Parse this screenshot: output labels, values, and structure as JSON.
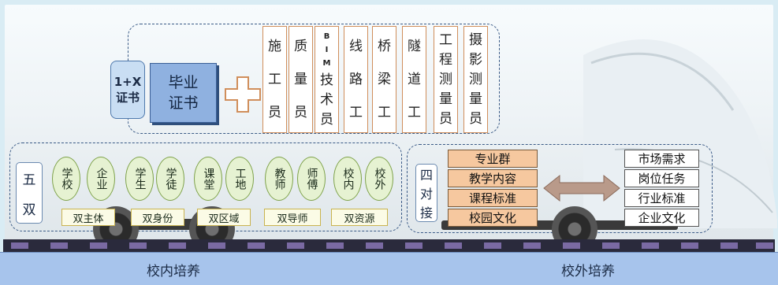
{
  "top": {
    "one_plus_x": {
      "line1": "1+X",
      "line2": "证书"
    },
    "graduation_certificate": {
      "line1": "毕业",
      "line2": "证书"
    },
    "certificates": [
      [
        "施",
        "工",
        "员"
      ],
      [
        "质",
        "量",
        "员"
      ],
      [
        "B",
        "I",
        "M",
        "技",
        "术",
        "员"
      ],
      [
        "线",
        "路",
        "工"
      ],
      [
        "桥",
        "梁",
        "工"
      ],
      [
        "隧",
        "道",
        "工"
      ],
      [
        "工",
        "程",
        "测",
        "量",
        "员"
      ],
      [
        "摄",
        "影",
        "测",
        "量",
        "员"
      ]
    ]
  },
  "left_section": {
    "label": [
      "五",
      "双"
    ],
    "pairs": [
      [
        "学校",
        "企业"
      ],
      [
        "学生",
        "学徒"
      ],
      [
        "课堂",
        "工地"
      ],
      [
        "教师",
        "师傅"
      ],
      [
        "校内",
        "校外"
      ]
    ],
    "dual_labels": [
      "双主体",
      "双身份",
      "双区域",
      "双导师",
      "双资源"
    ]
  },
  "right_section": {
    "label": [
      "四",
      "对",
      "接"
    ],
    "school_items": [
      "专业群",
      "教学内容",
      "课程标准",
      "校园文化"
    ],
    "industry_items": [
      "市场需求",
      "岗位任务",
      "行业标准",
      "企业文化"
    ]
  },
  "bottom": {
    "left_text": "校内培养",
    "right_text": "校外培养"
  }
}
